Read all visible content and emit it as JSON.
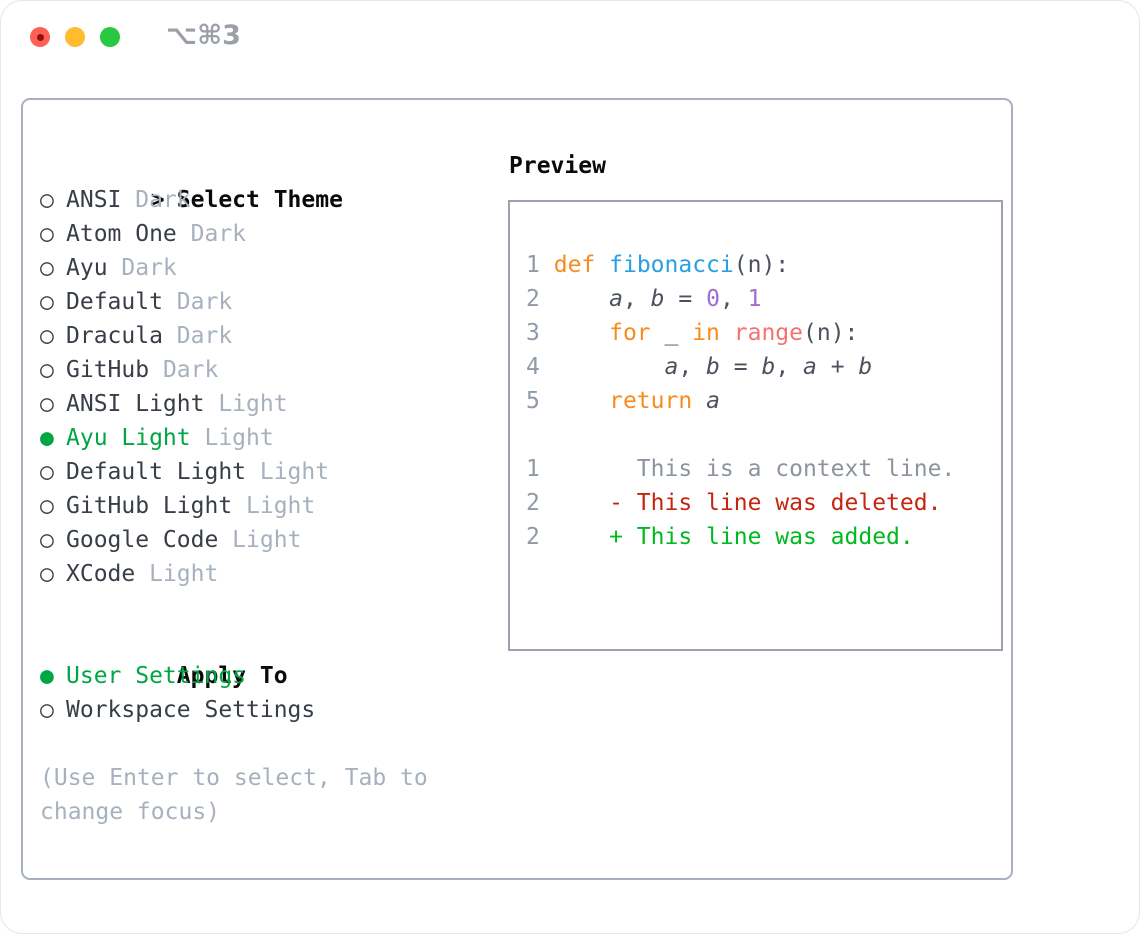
{
  "window": {
    "title": "⌥⌘3"
  },
  "colors": {
    "accent-green": "#00a544",
    "text-dark": "#383e47",
    "header-black": "#0a0a0a",
    "tag-gray": "#a7b1bd",
    "help-gray": "#a7b1bd",
    "panel-border": "#a9b1bc",
    "preview-border": "#9aa3ad",
    "line-number": "#9099a6",
    "code-plain": "#4c525d",
    "keyword-orange": "#f78c1e",
    "function-blue": "#2aa0e4",
    "builtin-salmon": "#f47272",
    "number-purple": "#a06ccf",
    "diff-context": "#8d949e",
    "diff-deleted": "#c5250f",
    "diff-added": "#00b81f",
    "traffic-red": "#ff5f57",
    "traffic-yellow": "#febc2e",
    "traffic-green": "#28c840",
    "title-gray": "#9aa0a6"
  },
  "theme_list": {
    "header": {
      "marker": ">",
      "label": "Select Theme"
    },
    "markers": {
      "selected": "●",
      "unselected": "○"
    },
    "items": [
      {
        "name": "ANSI",
        "tag": "Dark",
        "selected": false
      },
      {
        "name": "Atom One",
        "tag": "Dark",
        "selected": false
      },
      {
        "name": "Ayu",
        "tag": "Dark",
        "selected": false
      },
      {
        "name": "Default",
        "tag": "Dark",
        "selected": false
      },
      {
        "name": "Dracula",
        "tag": "Dark",
        "selected": false
      },
      {
        "name": "GitHub",
        "tag": "Dark",
        "selected": false
      },
      {
        "name": "ANSI Light",
        "tag": "Light",
        "selected": false
      },
      {
        "name": "Ayu Light",
        "tag": "Light",
        "selected": true
      },
      {
        "name": "Default Light",
        "tag": "Light",
        "selected": false
      },
      {
        "name": "GitHub Light",
        "tag": "Light",
        "selected": false
      },
      {
        "name": "Google Code",
        "tag": "Light",
        "selected": false
      },
      {
        "name": "XCode",
        "tag": "Light",
        "selected": false
      }
    ]
  },
  "apply_to": {
    "header": "Apply To",
    "items": [
      {
        "name": "User Settings",
        "selected": true
      },
      {
        "name": "Workspace Settings",
        "selected": false
      }
    ]
  },
  "help": {
    "line1": "(Use Enter to select, Tab to",
    "line2": "change focus)"
  },
  "preview": {
    "header": "Preview",
    "code_lines": [
      {
        "num": "1",
        "tokens": [
          [
            " ",
            "pl"
          ],
          [
            "def",
            "kw"
          ],
          [
            " ",
            "pl"
          ],
          [
            "fibonacci",
            "fn"
          ],
          [
            "(n):",
            "pl"
          ]
        ]
      },
      {
        "num": "2",
        "tokens": [
          [
            "     ",
            "pl"
          ],
          [
            "a",
            "var"
          ],
          [
            ", ",
            "pl"
          ],
          [
            "b",
            "var"
          ],
          [
            " = ",
            "pl"
          ],
          [
            "0",
            "num"
          ],
          [
            ", ",
            "pl"
          ],
          [
            "1",
            "num"
          ]
        ]
      },
      {
        "num": "3",
        "tokens": [
          [
            "     ",
            "pl"
          ],
          [
            "for",
            "kw"
          ],
          [
            " _ ",
            "pl"
          ],
          [
            "in",
            "kw"
          ],
          [
            " ",
            "pl"
          ],
          [
            "range",
            "bi"
          ],
          [
            "(n):",
            "pl"
          ]
        ]
      },
      {
        "num": "4",
        "tokens": [
          [
            "         ",
            "pl"
          ],
          [
            "a",
            "var"
          ],
          [
            ", ",
            "pl"
          ],
          [
            "b",
            "var"
          ],
          [
            " = ",
            "pl"
          ],
          [
            "b",
            "var"
          ],
          [
            ", ",
            "pl"
          ],
          [
            "a",
            "var"
          ],
          [
            " + ",
            "pl"
          ],
          [
            "b",
            "var"
          ]
        ]
      },
      {
        "num": "5",
        "tokens": [
          [
            "     ",
            "pl"
          ],
          [
            "return",
            "kw"
          ],
          [
            " ",
            "pl"
          ],
          [
            "a",
            "var"
          ]
        ]
      }
    ],
    "diff_lines": [
      {
        "num": "1",
        "kind": "ctx",
        "text": "       This is a context line."
      },
      {
        "num": "2",
        "kind": "del",
        "text": "     - This line was deleted."
      },
      {
        "num": "2",
        "kind": "add",
        "text": "     + This line was added."
      }
    ]
  }
}
